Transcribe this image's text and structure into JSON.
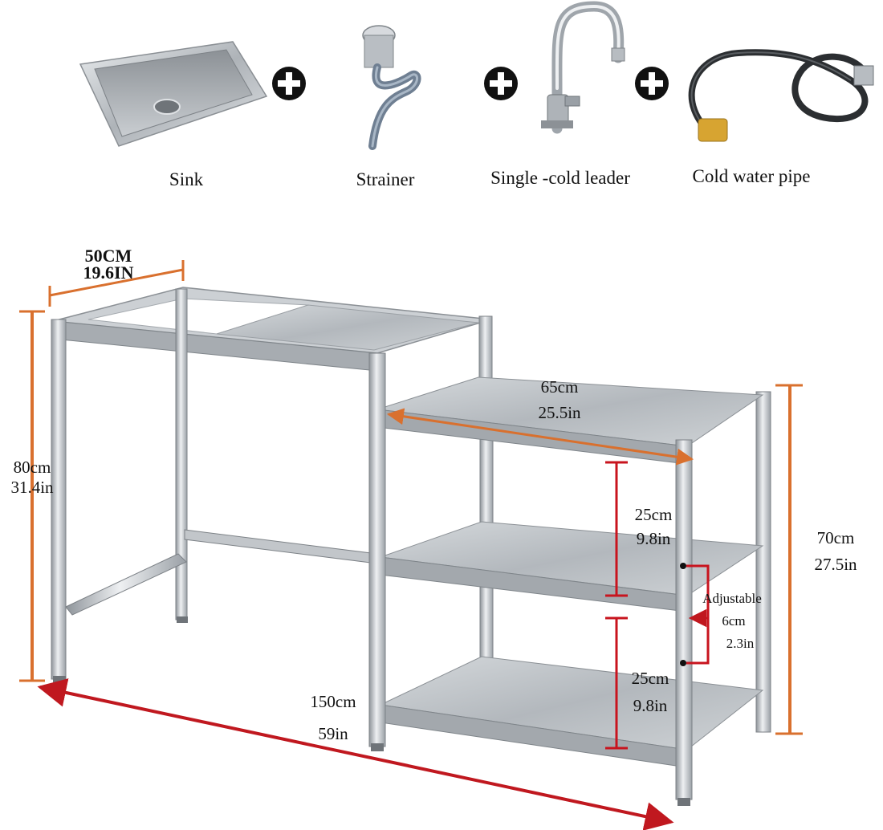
{
  "accessories": {
    "sink": "Sink",
    "strainer": "Strainer",
    "faucet": "Single -cold leader",
    "pipe": "Cold water pipe"
  },
  "dimensions": {
    "sink_depth": {
      "cm": "50CM",
      "in": "19.6IN"
    },
    "sink_height": {
      "cm": "80cm",
      "in": "31.4in"
    },
    "shelf_width": {
      "cm": "65cm",
      "in": "25.5in"
    },
    "shelf_height": {
      "cm": "70cm",
      "in": "27.5in"
    },
    "shelf_gap_upper": {
      "cm": "25cm",
      "in": "9.8in"
    },
    "shelf_gap_lower": {
      "cm": "25cm",
      "in": "9.8in"
    },
    "adjustable": {
      "label": "Adjustable",
      "cm": "6cm",
      "in": "2.3in"
    },
    "total_length": {
      "cm": "150cm",
      "in": "59in"
    }
  },
  "colors": {
    "dim_orange": "#d9702e",
    "dim_red": "#c8141e",
    "total_red": "#c0181f",
    "steel": "#b9bec3"
  }
}
